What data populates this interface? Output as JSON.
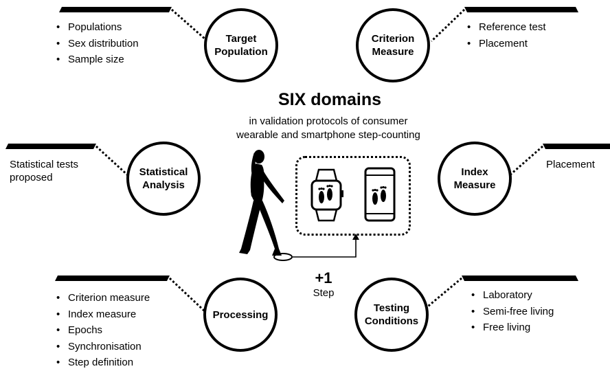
{
  "title": "SIX domains",
  "subtitle": [
    "in validation protocols of consumer",
    "wearable and smartphone step-counting"
  ],
  "step": {
    "count": "+1",
    "label": "Step"
  },
  "domains": {
    "target_population": {
      "name": [
        "Target",
        "Population"
      ],
      "items": [
        "Populations",
        "Sex distribution",
        "Sample size"
      ]
    },
    "criterion_measure": {
      "name": [
        "Criterion",
        "Measure"
      ],
      "items": [
        "Reference test",
        "Placement"
      ]
    },
    "statistical_analysis": {
      "name": [
        "Statistical",
        "Analysis"
      ],
      "note": [
        "Statistical tests",
        "proposed"
      ]
    },
    "index_measure": {
      "name": [
        "Index",
        "Measure"
      ],
      "note": [
        "Placement"
      ]
    },
    "processing": {
      "name": [
        "Processing"
      ],
      "items": [
        "Criterion measure",
        "Index measure",
        "Epochs",
        "Synchronisation",
        "Step definition"
      ]
    },
    "testing_conditions": {
      "name": [
        "Testing",
        "Conditions"
      ],
      "items": [
        "Laboratory",
        "Semi-free living",
        "Free living"
      ]
    }
  },
  "icons": [
    "walking-woman-icon",
    "smartwatch-footprints-icon",
    "smartphone-footprints-icon",
    "step-sensor-icon"
  ]
}
